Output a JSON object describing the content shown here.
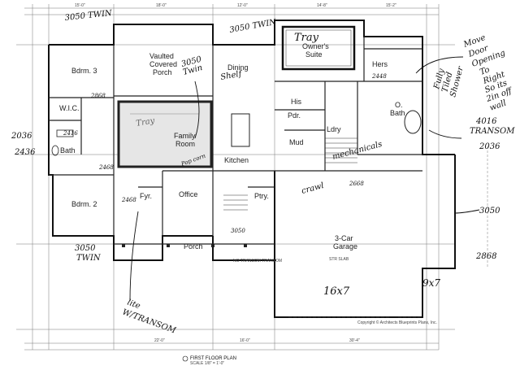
{
  "plan": {
    "title": "FIRST FLOOR PLAN",
    "scale": "SCALE 1/8\" = 1'-0\"",
    "copyright": "Copyright © Architects Blueprints Plans, Inc."
  },
  "rooms": {
    "bdrm3": "Bdrm. 3",
    "vaulted_porch_1": "Vaulted",
    "vaulted_porch_2": "Covered",
    "vaulted_porch_3": "Porch",
    "dining": "Dining",
    "owners_suite_1": "Owner's",
    "owners_suite_2": "Suite",
    "hers": "Hers",
    "his": "His",
    "wic": "W.I.C.",
    "bath_left": "Bath",
    "family_room_1": "Family",
    "family_room_2": "Room",
    "kitchen": "Kitchen",
    "pdr": "Pdr.",
    "mud": "Mud",
    "ldry": "Ldry",
    "o_bath_1": "O.",
    "o_bath_2": "Bath",
    "bdrm2": "Bdrm. 2",
    "fyr": "Fyr.",
    "office": "Office",
    "ptry": "Ptry.",
    "porch": "Porch",
    "garage_1": "3-Car",
    "garage_2": "Garage"
  },
  "dimensions": {
    "top_1": "15'-0\"",
    "top_2": "18'-0\"",
    "top_3": "12'-0\"",
    "top_4": "14'-8\"",
    "top_5": "15'-2\"",
    "bottom_1": "22'-0\"",
    "bottom_2": "16'-0\"",
    "bottom_3": "30'-4\""
  },
  "annotations": {
    "n3050_twin_top": "3050 TWIN",
    "n3050_twin_2": "3050 TWIN",
    "tray": "Tray",
    "move_door_1": "Move",
    "move_door_2": "Door",
    "move_door_3": "Opening",
    "move_door_4": "To",
    "move_door_5": "Right",
    "move_door_6": "So its",
    "move_door_7": "2in off",
    "move_door_8": "wall",
    "n3050_twin_3a": "3050",
    "n3050_twin_3b": "Twin",
    "n2448": "2448",
    "shelf": "Shelf",
    "n2868_left": "2868",
    "n2036_left": "2036",
    "n2416": "2416",
    "n2436": "2436",
    "tray_center": "Tray",
    "fully_tiled_1": "Fully",
    "fully_tiled_2": "Tiled",
    "fully_tiled_3": "Shower",
    "n4016_1": "4016",
    "n4016_2": "TRANSOM",
    "n2036_right": "2036",
    "mechanicals": "mechanicals",
    "crawl": "crawl",
    "n2668": "2668",
    "n2468": "2468",
    "n2468_b": "2468",
    "pop_corn": "Pop corn",
    "n3050_right": "3050",
    "n2868_right": "2868",
    "n3050_mid": "3050",
    "n3050_twin_bottom_1": "3050",
    "n3050_twin_bottom_2": "TWIN",
    "n16x7": "16x7",
    "n9x7": "9x7",
    "lite_1": "lite",
    "lite_2": "W/TRANSOM",
    "sixty_panel": "STR SLAB",
    "pass_thru": "NO TRANSOM TRANSOM"
  }
}
